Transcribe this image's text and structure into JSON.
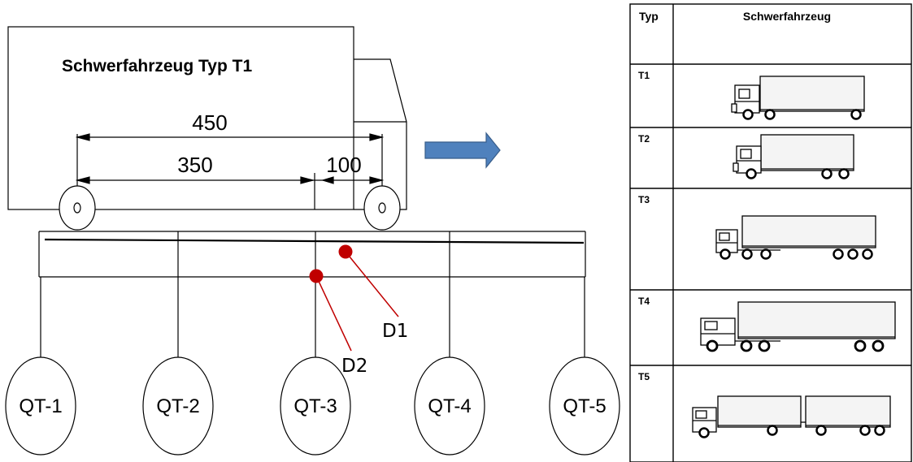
{
  "truck_title": "Schwerfahrzeug Typ T1",
  "dimensions": {
    "total": "450",
    "front_span": "350",
    "rear_span": "100"
  },
  "sensors": [
    {
      "id": "D1",
      "label": "D1"
    },
    {
      "id": "D2",
      "label": "D2"
    }
  ],
  "cross_beams": [
    "QT-1",
    "QT-2",
    "QT-3",
    "QT-4",
    "QT-5"
  ],
  "colors": {
    "sensor": "#c00000",
    "arrow_fill": "#4f81bd",
    "arrow_stroke": "#385d8a",
    "line": "#000000"
  },
  "icons": {
    "direction": "right-arrow-icon",
    "vehicle": "truck-icon"
  },
  "vehicle_table": {
    "headers": {
      "type": "Typ",
      "vehicle": "Schwerfahrzeug"
    },
    "rows": [
      {
        "type": "T1",
        "vehicle": "truck-icon"
      },
      {
        "type": "T2",
        "vehicle": "truck-icon"
      },
      {
        "type": "T3",
        "vehicle": "truck-icon"
      },
      {
        "type": "T4",
        "vehicle": "truck-icon"
      },
      {
        "type": "T5",
        "vehicle": "truck-icon"
      }
    ]
  }
}
